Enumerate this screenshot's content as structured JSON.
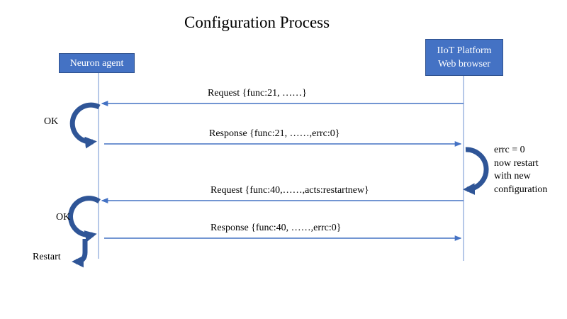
{
  "title": "Configuration Process",
  "actors": {
    "left": {
      "lines": [
        "Neuron agent"
      ]
    },
    "right": {
      "lines": [
        "IIoT Platform",
        "Web browser"
      ]
    }
  },
  "messages": [
    {
      "label": "Request  {func:21, ……}",
      "from": "IIoT Platform Web browser",
      "to": "Neuron agent"
    },
    {
      "label": "Response  {func:21, ……,errc:0}",
      "from": "Neuron agent",
      "to": "IIoT Platform Web browser"
    },
    {
      "label": "Request  {func:40,……,acts:restartnew}",
      "from": "IIoT Platform Web browser",
      "to": "Neuron agent"
    },
    {
      "label": "Response  {func:40, ……,errc:0}",
      "from": "Neuron agent",
      "to": "IIoT Platform Web browser"
    }
  ],
  "annotations": {
    "ok_first": "OK",
    "ok_second": "OK",
    "restart": "Restart",
    "note_lines": [
      "errc = 0",
      "now restart",
      "with new",
      "configuration"
    ]
  },
  "colors": {
    "actor_fill": "#4472C4",
    "actor_border": "#2F528F",
    "message_line": "#4472C4",
    "lifeline": "#8FAADC",
    "loop_arrow": "#2F5597",
    "text": "#000000"
  }
}
